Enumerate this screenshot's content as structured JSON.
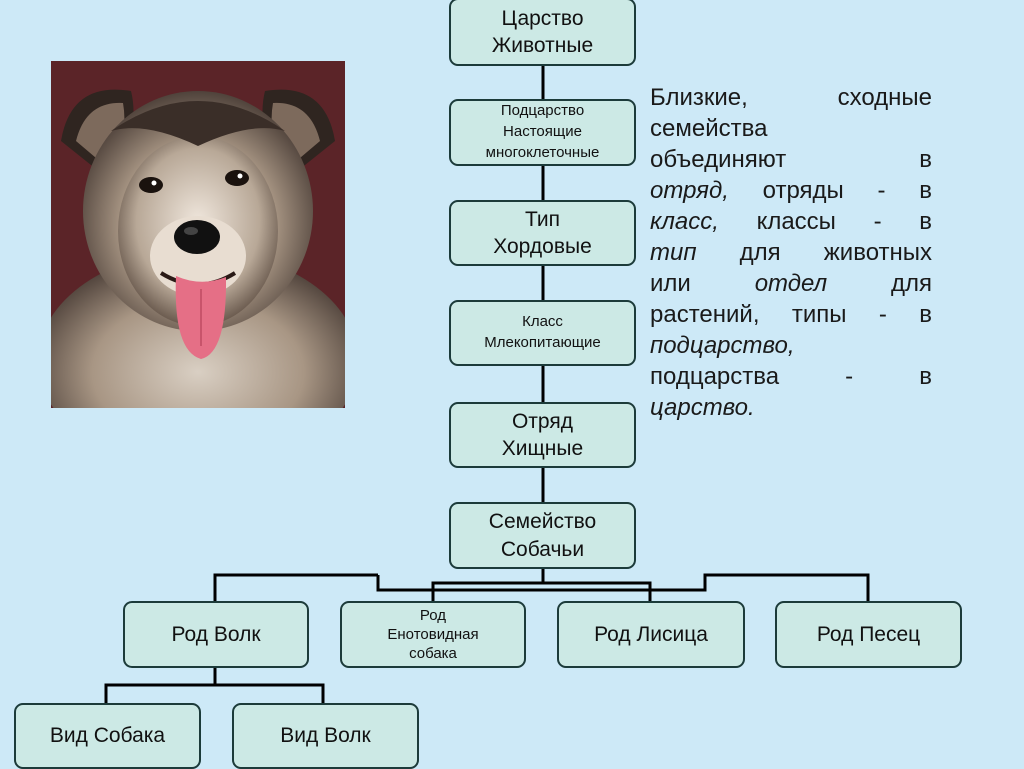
{
  "tree": {
    "kingdom": "Царство\nЖивотные",
    "subkingdom": "Подцарство\nНастоящие\nмногоклеточные",
    "phylum": "Тип\nХордовые",
    "class": "Класс\nМлекопитающие",
    "order": "Отряд\nХищные",
    "family": "Семейство\nСобачьи",
    "genera": [
      "Род Волк",
      "Род\nЕнотовидная\nсобака",
      "Род Лисица",
      "Род Песец"
    ],
    "species": [
      "Вид Собака",
      "Вид Волк"
    ]
  },
  "description": {
    "lines": [
      [
        {
          "t": "Близкие,"
        },
        {
          "t": "сходные"
        }
      ],
      [
        {
          "t": "семейства"
        }
      ],
      [
        {
          "t": "объединяют"
        },
        {
          "t": "в"
        }
      ],
      [
        {
          "t": "отряд,",
          "i": true
        },
        {
          "t": "отряды"
        },
        {
          "t": "-"
        },
        {
          "t": "в"
        }
      ],
      [
        {
          "t": "класс,",
          "i": true
        },
        {
          "t": "классы"
        },
        {
          "t": "-"
        },
        {
          "t": "в"
        }
      ],
      [
        {
          "t": "тип",
          "i": true
        },
        {
          "t": "для"
        },
        {
          "t": "животных"
        }
      ],
      [
        {
          "t": "или"
        },
        {
          "t": "отдел",
          "i": true
        },
        {
          "t": "для"
        }
      ],
      [
        {
          "t": "растений,"
        },
        {
          "t": "типы"
        },
        {
          "t": "-"
        },
        {
          "t": "в"
        }
      ],
      [
        {
          "t": "подцарство,",
          "i": true
        }
      ],
      [
        {
          "t": "подцарства"
        },
        {
          "t": "-"
        },
        {
          "t": "в"
        }
      ],
      [
        {
          "t": "царство.",
          "i": true
        }
      ]
    ]
  },
  "colors": {
    "background": "#cde9f7",
    "node_fill": "#cce9e5",
    "node_border": "#1c3b3a",
    "connector": "#000000"
  },
  "image": {
    "subject": "dog-puppy-photo"
  }
}
